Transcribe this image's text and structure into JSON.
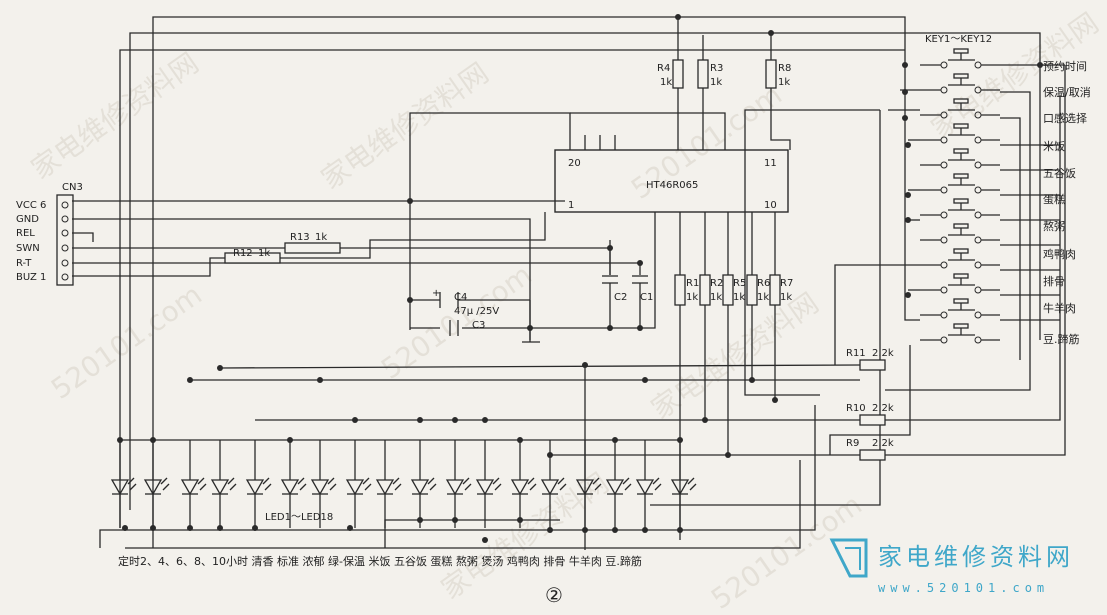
{
  "chip": {
    "name": "HT46R065",
    "pin_20": "20",
    "pin_11": "11",
    "pin_1": "1",
    "pin_10": "10"
  },
  "connector": {
    "name": "CN3",
    "pins": [
      "VCC 6",
      "GND",
      "REL",
      "SWN",
      "R-T",
      "BUZ 1"
    ]
  },
  "pullups": [
    {
      "name": "R4",
      "value": "1k"
    },
    {
      "name": "R3",
      "value": "1k"
    },
    {
      "name": "R8",
      "value": "1k"
    }
  ],
  "bottom_resistors": [
    {
      "name": "R1",
      "value": "1k"
    },
    {
      "name": "R2",
      "value": "1k"
    },
    {
      "name": "R5",
      "value": "1k"
    },
    {
      "name": "R6",
      "value": "1k"
    },
    {
      "name": "R7",
      "value": "1k"
    }
  ],
  "other_resistors": [
    {
      "name": "R13",
      "value": "1k"
    },
    {
      "name": "R12",
      "value": "1k"
    },
    {
      "name": "R11",
      "value": "2.2k"
    },
    {
      "name": "R10",
      "value": "2.2k"
    },
    {
      "name": "R9",
      "value": "2.2k"
    }
  ],
  "capacitors": {
    "c4": "C4",
    "c4_value": "47μ /25V",
    "c3": "C3",
    "c2": "C2",
    "c1": "C1"
  },
  "keys": {
    "title": "KEY1～KEY12",
    "labels": [
      "预约时间",
      "保温/取消",
      "口感选择",
      "米饭",
      "五谷饭",
      "蛋糕",
      "熬粥",
      "鸡鸭肉",
      "排骨",
      "牛羊肉",
      "豆.蹄筋"
    ]
  },
  "leds": {
    "title": "LED1～LED18",
    "caption": "定时2、4、6、8、10小时 清香 标准 浓郁 绿-保温 米饭 五谷饭 蛋糕 熬粥 煲汤 鸡鸭肉 排骨 牛羊肉 豆.蹄筋"
  },
  "figure_number": "②",
  "watermark": {
    "text": "家电维修资料网",
    "site": "520101.com",
    "brand_cn": "家电维修资料网",
    "brand_url": "www.520101.com"
  }
}
